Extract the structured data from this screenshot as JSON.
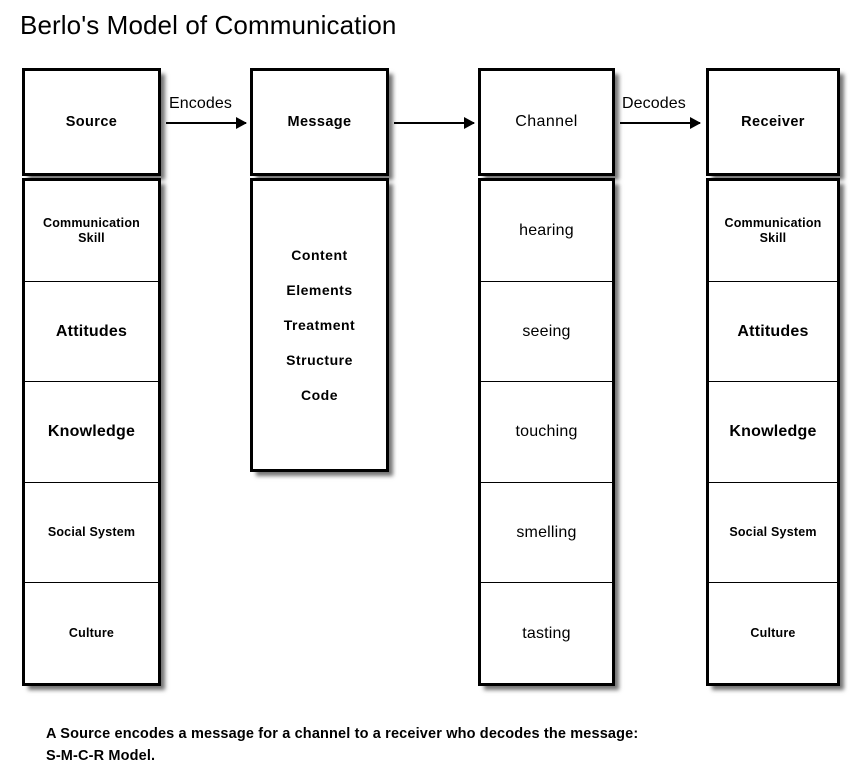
{
  "title": "Berlo's Model of Communication",
  "columns": [
    {
      "id": "source",
      "header": "Source",
      "items": [
        {
          "label": "Communication\nSkill",
          "size": "sm"
        },
        {
          "label": "Attitudes",
          "size": "lg"
        },
        {
          "label": "Knowledge",
          "size": "lg"
        },
        {
          "label": "Social System",
          "size": "sm"
        },
        {
          "label": "Culture",
          "size": "sm"
        }
      ]
    },
    {
      "id": "message",
      "header": "Message",
      "items": [
        {
          "label": "Content"
        },
        {
          "label": "Elements"
        },
        {
          "label": "Treatment"
        },
        {
          "label": "Structure"
        },
        {
          "label": "Code"
        }
      ]
    },
    {
      "id": "channel",
      "header": "Channel",
      "items": [
        {
          "label": "hearing",
          "size": "chan"
        },
        {
          "label": "seeing",
          "size": "chan"
        },
        {
          "label": "touching",
          "size": "chan"
        },
        {
          "label": "smelling",
          "size": "chan"
        },
        {
          "label": "tasting",
          "size": "chan"
        }
      ]
    },
    {
      "id": "receiver",
      "header": "Receiver",
      "items": [
        {
          "label": "Communication\nSkill",
          "size": "sm"
        },
        {
          "label": "Attitudes",
          "size": "lg"
        },
        {
          "label": "Knowledge",
          "size": "lg"
        },
        {
          "label": "Social System",
          "size": "sm"
        },
        {
          "label": "Culture",
          "size": "sm"
        }
      ]
    }
  ],
  "arrows": [
    {
      "id": "encodes",
      "label": "Encodes"
    },
    {
      "id": "source-to-message",
      "label": ""
    },
    {
      "id": "decodes",
      "label": "Decodes"
    }
  ],
  "arrow_labels": {
    "encodes": "Encodes",
    "decodes": "Decodes"
  },
  "caption": "A Source encodes a message for a channel to a receiver who decodes the message:\nS-M-C-R Model.",
  "colors": {
    "background": "#ffffff",
    "stroke": "#000000",
    "text": "#000000",
    "shadow": "rgba(0,0,0,0.55)"
  }
}
